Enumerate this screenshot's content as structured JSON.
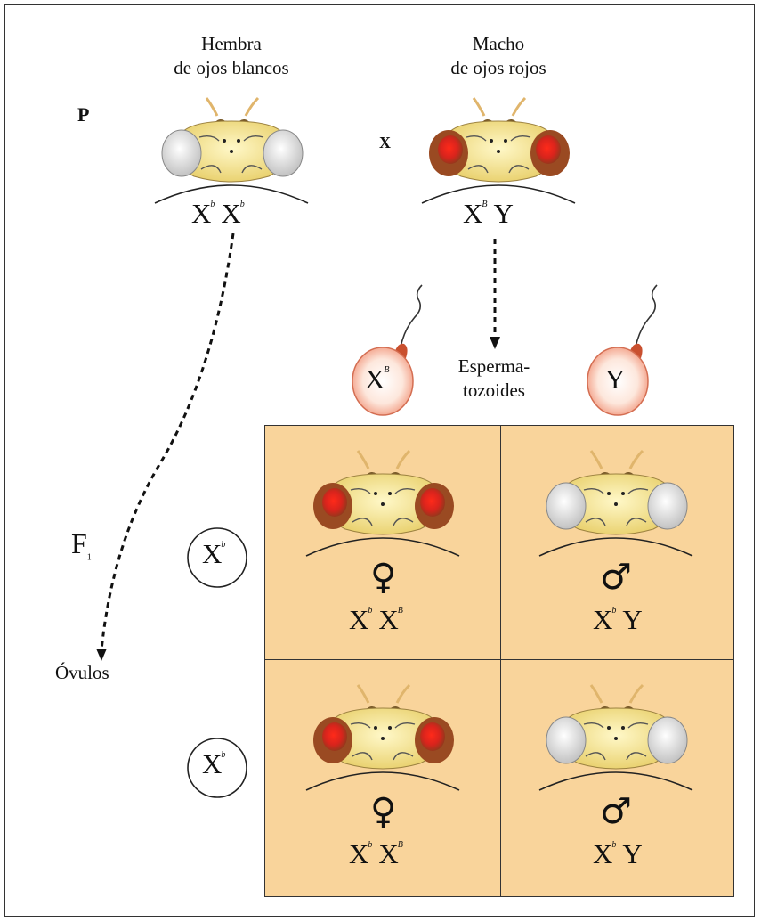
{
  "parents": {
    "generation_label": "P",
    "cross_symbol": "X",
    "female_label_line1": "Hembra",
    "female_label_line2": "de ojos blancos",
    "female_genotype": {
      "a": "X",
      "a_sup": "b",
      "b": "X",
      "b_sup": "b"
    },
    "male_label_line1": "Macho",
    "male_label_line2": "de ojos rojos",
    "male_genotype": {
      "a": "X",
      "a_sup": "B",
      "b": "Y"
    }
  },
  "gametes": {
    "sperm_label_line1": "Esperma-",
    "sperm_label_line2": "tozoides",
    "sperm1": {
      "letter": "X",
      "sup": "B"
    },
    "sperm2": {
      "letter": "Y"
    },
    "egg_label": "Óvulos",
    "egg1": {
      "letter": "X",
      "sup": "b"
    },
    "egg2": {
      "letter": "X",
      "sup": "b"
    },
    "f1_label": "F",
    "f1_sub": "1"
  },
  "offspring": [
    {
      "sex_symbol": "♀",
      "eye": "red",
      "a": "X",
      "a_sup": "b",
      "b": "X",
      "b_sup": "B"
    },
    {
      "sex_symbol": "♂",
      "eye": "white",
      "a": "X",
      "a_sup": "b",
      "b": "Y",
      "b_sup": ""
    },
    {
      "sex_symbol": "♀",
      "eye": "red",
      "a": "X",
      "a_sup": "b",
      "b": "X",
      "b_sup": "B"
    },
    {
      "sex_symbol": "♂",
      "eye": "white",
      "a": "X",
      "a_sup": "b",
      "b": "Y",
      "b_sup": ""
    }
  ],
  "colors": {
    "punnett_fill": "#f9d49b",
    "red_eye": "#d9241c",
    "red_eye_rim": "#9a4a22",
    "white_eye": "#e9e9e9",
    "head": "#f6e49a",
    "sperm_fill": "#f6c9b4"
  }
}
